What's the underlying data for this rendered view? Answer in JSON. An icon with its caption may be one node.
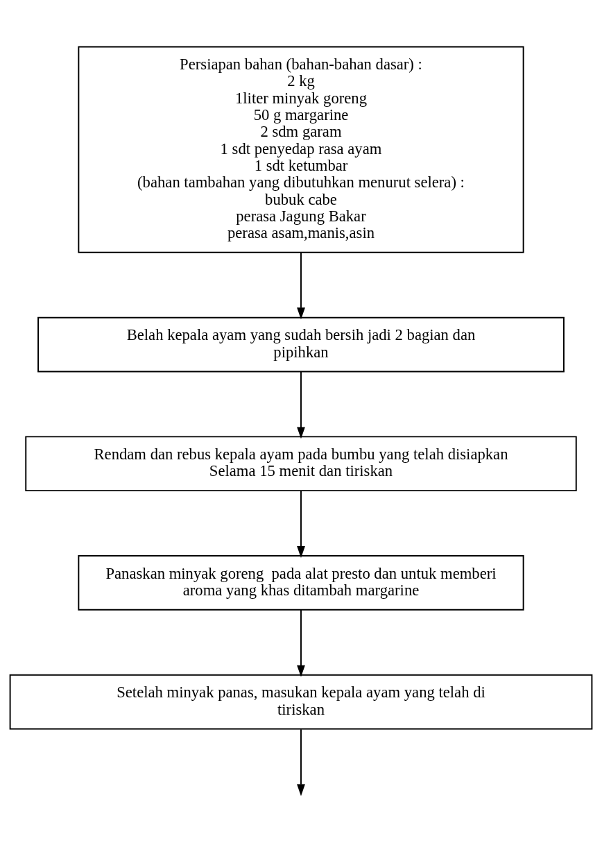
{
  "diagram": {
    "nodes": [
      {
        "text": [
          "Persiapan bahan (bahan-bahan dasar) :",
          "2 kg",
          "1liter minyak goreng",
          "50 g margarine",
          "2 sdm garam",
          "1 sdt penyedap rasa ayam",
          "1 sdt ketumbar",
          "(bahan tambahan yang dibutuhkan menurut selera) :",
          "bubuk cabe",
          "perasa Jagung Bakar",
          "perasa asam,manis,asin"
        ]
      },
      {
        "text": [
          "Belah kepala ayam yang sudah bersih jadi 2 bagian dan pipihkan"
        ]
      },
      {
        "text": [
          "Rendam dan rebus kepala ayam pada bumbu yang telah disiapkan Selama 15 menit dan tiriskan"
        ]
      },
      {
        "text": [
          "Panaskan minyak goreng  pada alat presto dan untuk memberi aroma yang khas ditambah margarine"
        ]
      },
      {
        "text": [
          "Setelah minyak panas, masukan kepala ayam yang telah di tiriskan"
        ]
      }
    ],
    "edges": [
      {
        "from": 0,
        "to": 1,
        "arrow": "to"
      },
      {
        "from": 1,
        "to": 2,
        "arrow": "to"
      },
      {
        "from": 2,
        "to": 3,
        "arrow": "to"
      },
      {
        "from": 3,
        "to": 4,
        "arrow": "to"
      },
      {
        "from": 4,
        "to": null,
        "arrow": "to"
      }
    ]
  }
}
